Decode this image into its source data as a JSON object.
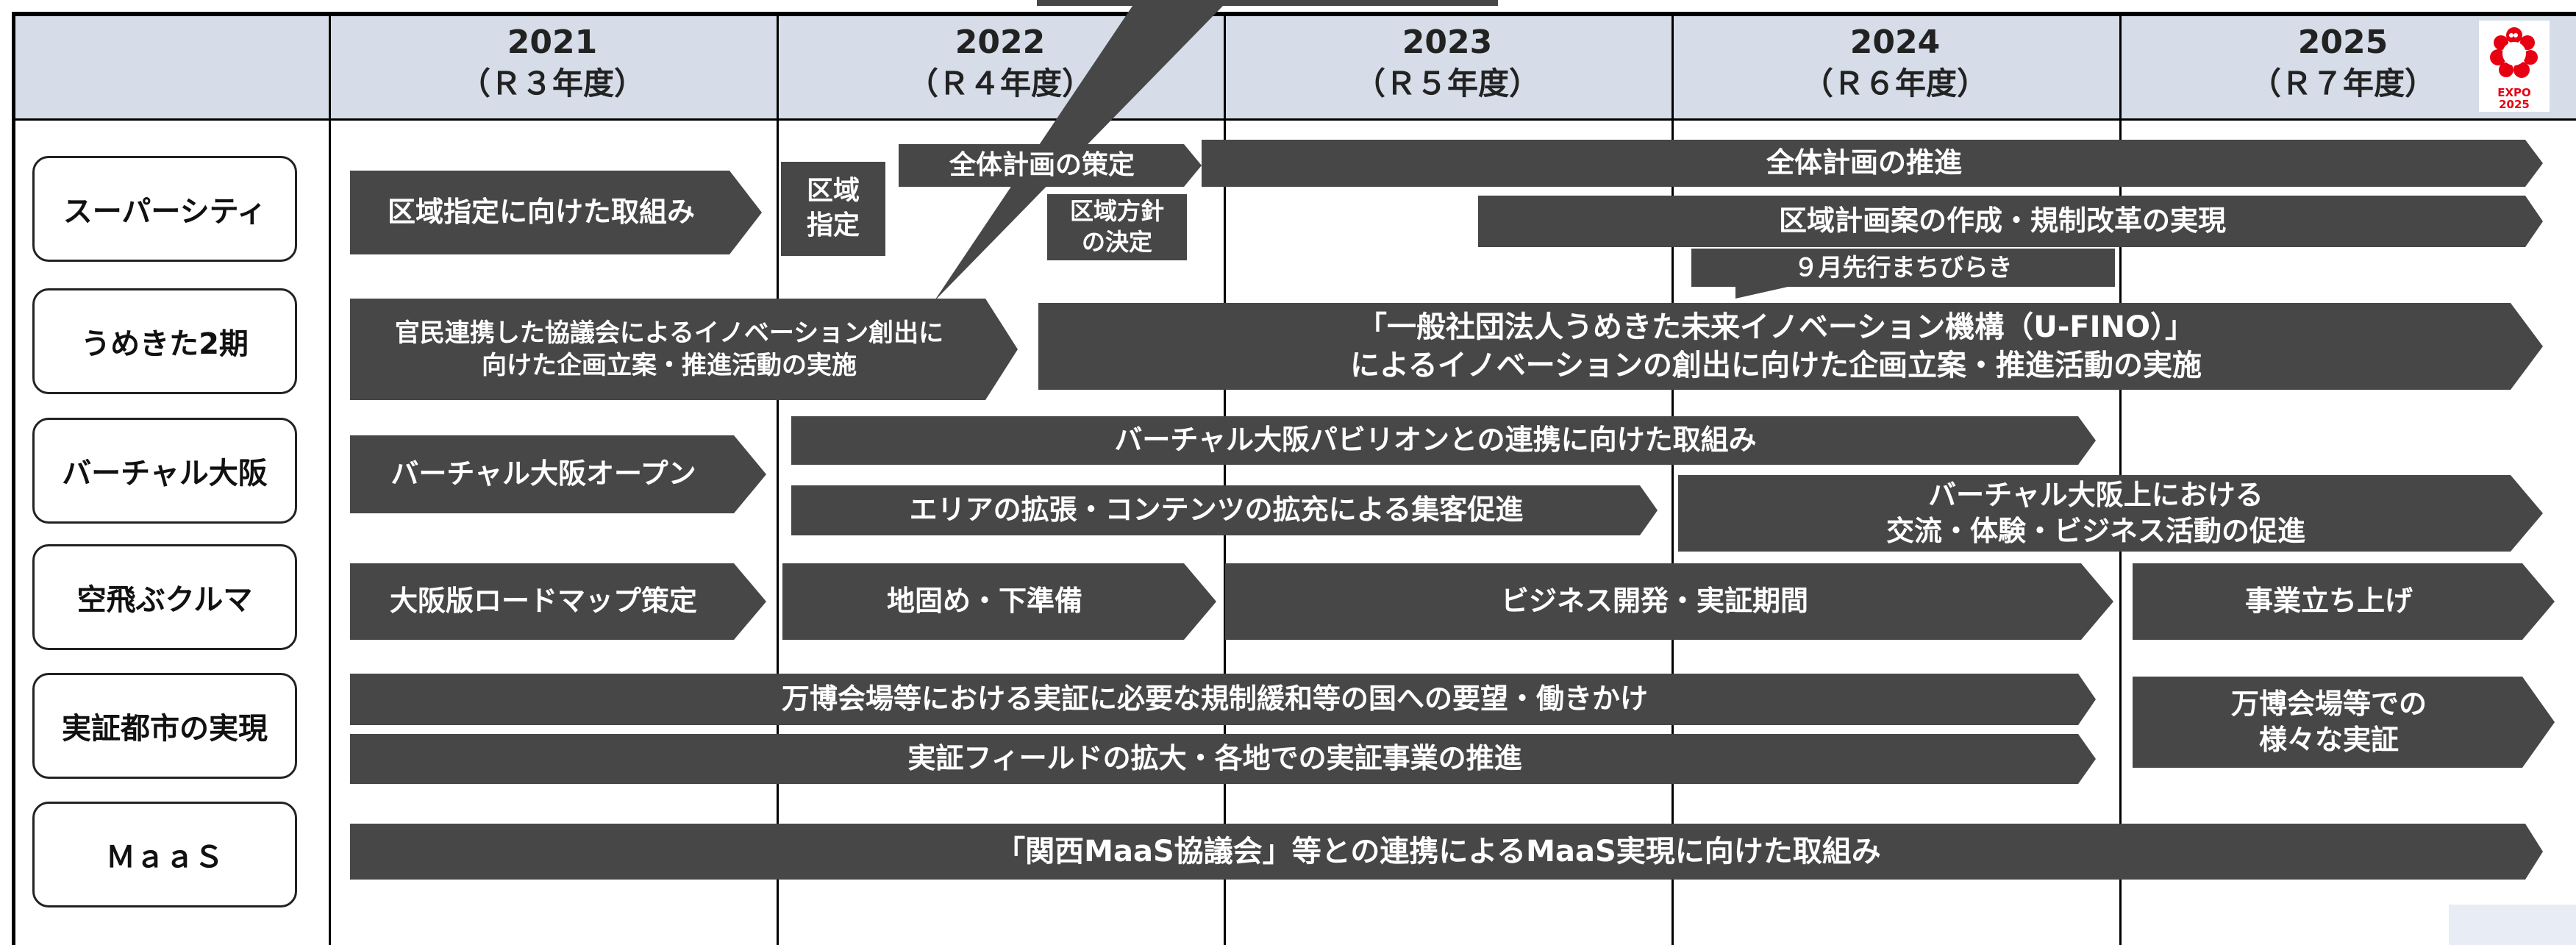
{
  "years": [
    {
      "year": "2021",
      "fiscal": "（Ｒ３年度）"
    },
    {
      "year": "2022",
      "fiscal": "（Ｒ４年度）"
    },
    {
      "year": "2023",
      "fiscal": "（Ｒ５年度）"
    },
    {
      "year": "2024",
      "fiscal": "（Ｒ６年度）"
    },
    {
      "year": "2025",
      "fiscal": "（Ｒ７年度）"
    }
  ],
  "logo": {
    "line1": "EXPO",
    "line2": "2025",
    "color": "#e60012"
  },
  "rows": [
    {
      "label": "スーパーシティ"
    },
    {
      "label": "うめきた2期"
    },
    {
      "label": "バーチャル大阪"
    },
    {
      "label": "空飛ぶクルマ"
    },
    {
      "label": "実証都市の実現"
    },
    {
      "label": "ＭａａＳ"
    }
  ],
  "bars": {
    "sc_kuiki_torikumi": "区域指定に向けた取組み",
    "sc_kuiki_shitei": "区域\n指定",
    "sc_zentai_sakutei": "全体計画の策定",
    "sc_kuiki_houshin": "区域方針\nの決定",
    "sc_zentai_suishin": "全体計画の推進",
    "sc_kuiki_keikaku": "区域計画案の作成・規制改革の実現",
    "sc_machibiraki": "９月先行まちびらき",
    "um_kanmin": "官民連携した協議会によるイノベーション創出に\n向けた企画立案・推進活動の実施",
    "um_ufino": "「一般社団法人うめきた未来イノベーション機構（U-FINO）」\nによるイノベーションの創出に向けた企画立案・推進活動の実施",
    "va_open": "バーチャル大阪オープン",
    "va_pavilion": "バーチャル大阪パビリオンとの連携に向けた取組み",
    "va_area": "エリアの拡張・コンテンツの拡充による集客促進",
    "va_koryu": "バーチャル大阪上における\n交流・体験・ビジネス活動の促進",
    "ac_roadmap": "大阪版ロードマップ策定",
    "ac_jigatame": "地固め・下準備",
    "ac_business": "ビジネス開発・実証期間",
    "ac_tachiage": "事業立ち上げ",
    "jc_youbou": "万博会場等における実証に必要な規制緩和等の国への要望・働きかけ",
    "jc_field": "実証フィールドの拡大・各地での実証事業の推進",
    "jc_banpaku": "万博会場等での\n様々な実証",
    "maas_kansai": "「関西MaaS協議会」等との連携によるMaaS実現に向けた取組み"
  },
  "colors": {
    "bar": "#474747",
    "header": "#d6dde8",
    "text": "#ffffff"
  }
}
